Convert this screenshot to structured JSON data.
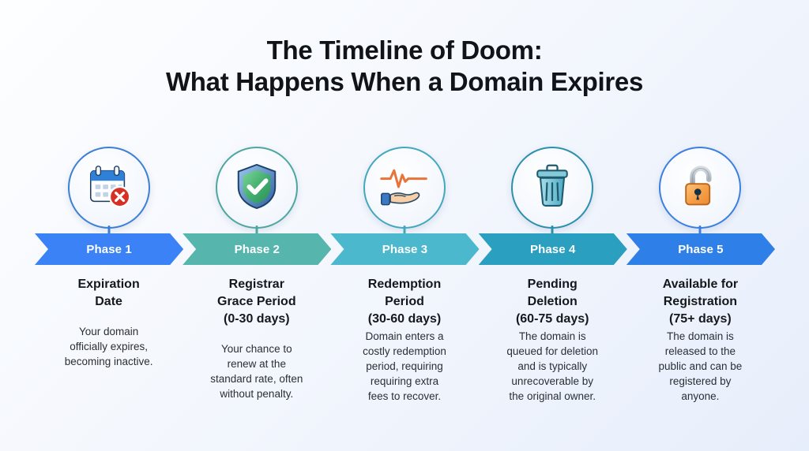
{
  "title": {
    "line1": "The Timeline of Doom:",
    "line2": "What Happens When a Domain Expires"
  },
  "colors": {
    "phase1": "#3b82f6",
    "phase2": "#56b5ad",
    "phase3": "#4bb8ce",
    "phase4": "#2a9fc0",
    "phase5": "#2f7fe8",
    "background_start": "#fdfeff",
    "background_end": "#e7eefb",
    "title_color": "#101418"
  },
  "phases": [
    {
      "banner_label": "Phase 1",
      "icon": "calendar-x-icon",
      "ring_color": "#3d7fd4",
      "band_color": "#3b82f6",
      "heading": "Expiration\nDate",
      "description": "Your domain\nofficially expires,\nbecoming inactive.",
      "spacing": "large"
    },
    {
      "banner_label": "Phase 2",
      "icon": "shield-check-icon",
      "ring_color": "#4ea79f",
      "band_color": "#56b5ad",
      "heading": "Registrar\nGrace Period\n(0-30 days)",
      "description": "Your chance to\nrenew at the\nstandard rate, often\nwithout penalty.",
      "spacing": "large"
    },
    {
      "banner_label": "Phase 3",
      "icon": "hand-heartbeat-icon",
      "ring_color": "#44a8bd",
      "band_color": "#4bb8ce",
      "heading": "Redemption\nPeriod\n(30-60 days)",
      "description": "Domain enters a\ncostly redemption\nperiod, requiring\nrequiring extra\nfees to recover.",
      "spacing": "small"
    },
    {
      "banner_label": "Phase 4",
      "icon": "trash-can-icon",
      "ring_color": "#2b8fae",
      "band_color": "#2a9fc0",
      "heading": "Pending\nDeletion\n(60-75 days)",
      "description": "The domain is\nqueued for deletion\nand is typically\nunrecoverable by\nthe original owner.",
      "spacing": "small"
    },
    {
      "banner_label": "Phase 5",
      "icon": "unlocked-padlock-icon",
      "ring_color": "#3b7fe0",
      "band_color": "#2f7fe8",
      "heading": "Available for\nRegistration\n(75+ days)",
      "description": "The domain is\nreleased to the\npublic and can be\nregistered by\nanyone.",
      "spacing": "small"
    }
  ]
}
